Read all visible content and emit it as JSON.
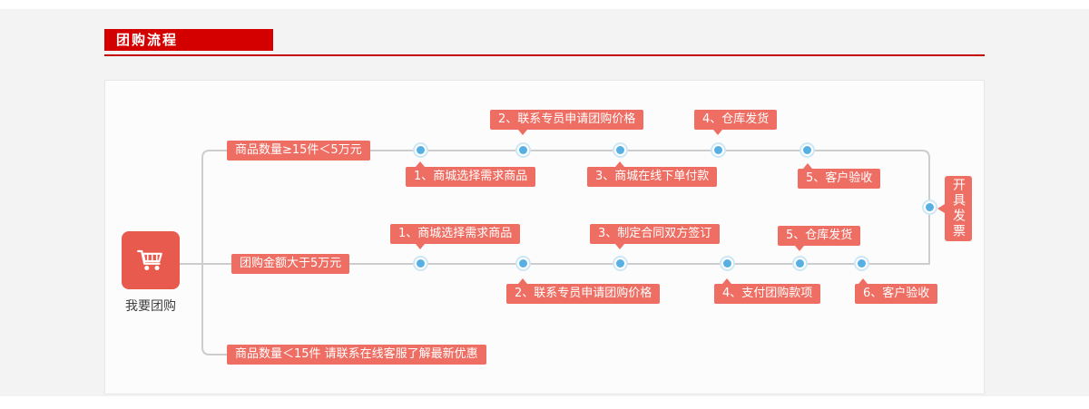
{
  "header": {
    "title": "团购流程"
  },
  "cart": {
    "label": "我要团购"
  },
  "branches": [
    {
      "condition": "商品数量≥15件＜5万元",
      "steps": [
        {
          "label": "1、商城选择需求商品",
          "position": "below"
        },
        {
          "label": "2、联系专员申请团购价格",
          "position": "above"
        },
        {
          "label": "3、商城在线下单付款",
          "position": "below"
        },
        {
          "label": "4、仓库发货",
          "position": "above"
        },
        {
          "label": "5、客户验收",
          "position": "below"
        }
      ]
    },
    {
      "condition": "团购金额大于5万元",
      "steps": [
        {
          "label": "1、商城选择需求商品",
          "position": "above"
        },
        {
          "label": "2、联系专员申请团购价格",
          "position": "below"
        },
        {
          "label": "3、制定合同双方签订",
          "position": "above"
        },
        {
          "label": "4、支付团购款项",
          "position": "below"
        },
        {
          "label": "5、仓库发货",
          "position": "above"
        },
        {
          "label": "6、客户验收",
          "position": "below"
        }
      ]
    },
    {
      "condition": "商品数量＜15件 请联系在线客服了解最新优惠",
      "steps": []
    }
  ],
  "finalStep": {
    "label": "开具发票"
  },
  "icons": {
    "cart": "shopping-cart-icon"
  },
  "colors": {
    "title_red": "#d40000",
    "divider_red": "#c30000",
    "bubble_red": "#ee6e63",
    "cart_red": "#e95a4e",
    "dot_blue": "#57b0e3",
    "line_gray": "#cdcdcd",
    "panel_bg": "#fcfcfc",
    "section_bg": "#f3f3f3"
  }
}
